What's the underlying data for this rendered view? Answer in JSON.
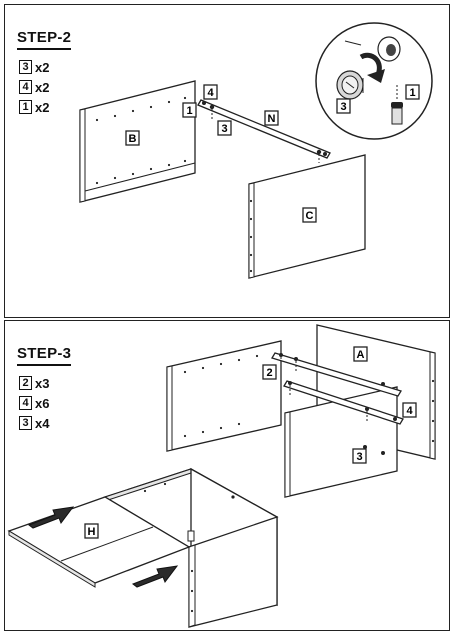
{
  "step2": {
    "title": "STEP-2",
    "parts": [
      {
        "id": "3",
        "qty": "x2"
      },
      {
        "id": "4",
        "qty": "x2"
      },
      {
        "id": "1",
        "qty": "x2"
      }
    ],
    "panel_labels": {
      "b": "B",
      "c": "C",
      "n": "N"
    },
    "callouts": {
      "part4": "4",
      "part1": "1",
      "part3": "3"
    },
    "detail": {
      "part3": "3",
      "part1": "1"
    }
  },
  "step3": {
    "title": "STEP-3",
    "parts": [
      {
        "id": "2",
        "qty": "x3"
      },
      {
        "id": "4",
        "qty": "x6"
      },
      {
        "id": "3",
        "qty": "x4"
      }
    ],
    "panel_labels": {
      "a": "A",
      "h": "H"
    },
    "callouts": {
      "part2": "2",
      "part4": "4",
      "part3": "3"
    }
  },
  "colors": {
    "line": "#222222",
    "arrow": "#2b2b2b",
    "panel_edge": "#e6e6e6"
  }
}
